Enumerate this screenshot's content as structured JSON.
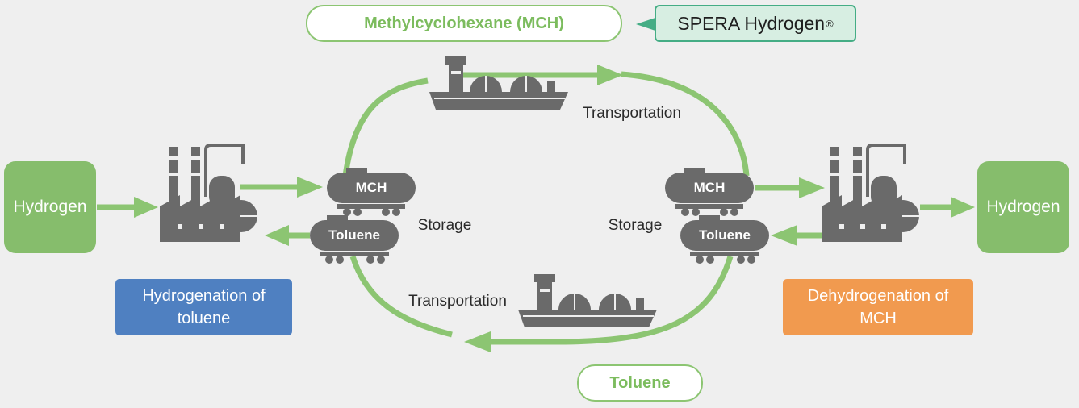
{
  "labels": {
    "mch_pill": "Methylcyclohexane (MCH)",
    "spera": "SPERA Hydrogen",
    "spera_mark": "®",
    "toluene_pill": "Toluene",
    "hydrogen_left": "Hydrogen",
    "hydrogen_right": "Hydrogen",
    "hydrogenation": "Hydrogenation of toluene",
    "dehydrogenation": "Dehydrogenation of MCH",
    "transportation_top": "Transportation",
    "transportation_bottom": "Transportation",
    "storage_left": "Storage",
    "storage_right": "Storage",
    "tank_mch_left": "MCH",
    "tank_toluene_left": "Toluene",
    "tank_mch_right": "MCH",
    "tank_toluene_right": "Toluene"
  },
  "colors": {
    "arrow_green": "#8cc572",
    "hydrogen_box": "#86bd6c",
    "hydrogenation_box": "#4f80c1",
    "dehydrogenation_box": "#f19a4f",
    "spera_fill": "#d7eee2",
    "spera_border": "#45ad85",
    "icon_gray": "#6a6a6a",
    "background": "#efefef"
  },
  "icons": [
    "factory-icon",
    "tanker-ship-icon",
    "tank-car-icon",
    "arrow-icon"
  ]
}
